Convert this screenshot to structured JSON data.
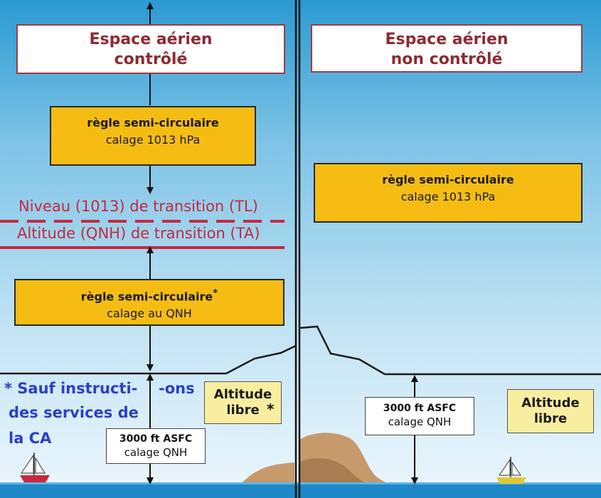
{
  "left": {
    "title": [
      "Espace aérien",
      "contrôlé"
    ],
    "upper_rule": {
      "line1": "règle semi-circulaire",
      "line2": "calage 1013 hPa"
    },
    "transition": {
      "level": "Niveau (1013) de transition (TL)",
      "altitude": "Altitude (QNH) de transition (TA)"
    },
    "lower_rule": {
      "line1": "règle semi-circulaire",
      "line2": "calage au QNH",
      "star": "*"
    },
    "note": {
      "line1a": "* Sauf instructi-",
      "line1b": "-ons",
      "line2": "des services de",
      "line3": "la CA"
    },
    "free_altitude": {
      "line1": "Altitude",
      "line2": "libre",
      "star": "*"
    },
    "asfc": {
      "line1": "3000 ft ASFC",
      "line2": "calage QNH"
    }
  },
  "right": {
    "title": [
      "Espace aérien",
      "non contrôlé"
    ],
    "rule": {
      "line1": "règle semi-circulaire",
      "line2": "calage 1013 hPa"
    },
    "asfc": {
      "line1": "3000 ft ASFC",
      "line2": "calage QNH"
    },
    "free_altitude": {
      "line1": "Altitude",
      "line2": "libre"
    }
  },
  "colors": {
    "rule_box": "#f5bd14",
    "title_text": "#8b2c33",
    "transition_line": "#c8283c",
    "note_text": "#2a3fc8",
    "free_altitude_box": "#f9eda0",
    "sea": "#1e88c8"
  }
}
